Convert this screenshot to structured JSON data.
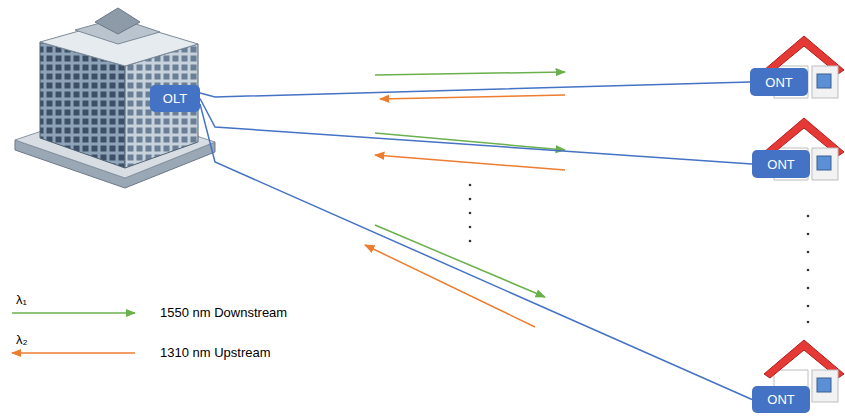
{
  "diagram": {
    "nodes": [
      {
        "text": [
          "OLT"
        ]
      },
      {
        "text": [
          "ONT"
        ]
      },
      {
        "text": [
          "ONT"
        ]
      },
      {
        "text": [
          "ONT"
        ]
      }
    ],
    "edges": [
      {
        "from": 0,
        "to": 1,
        "arrow": "none"
      },
      {
        "from": 0,
        "to": 2,
        "arrow": "none"
      },
      {
        "from": 0,
        "to": 3,
        "arrow": "none"
      }
    ],
    "labels": [
      "λ₁",
      "λ₂"
    ],
    "legend": [
      {
        "text": "1550 nm Downstream"
      },
      {
        "text": "1310 nm Upstream"
      }
    ]
  }
}
